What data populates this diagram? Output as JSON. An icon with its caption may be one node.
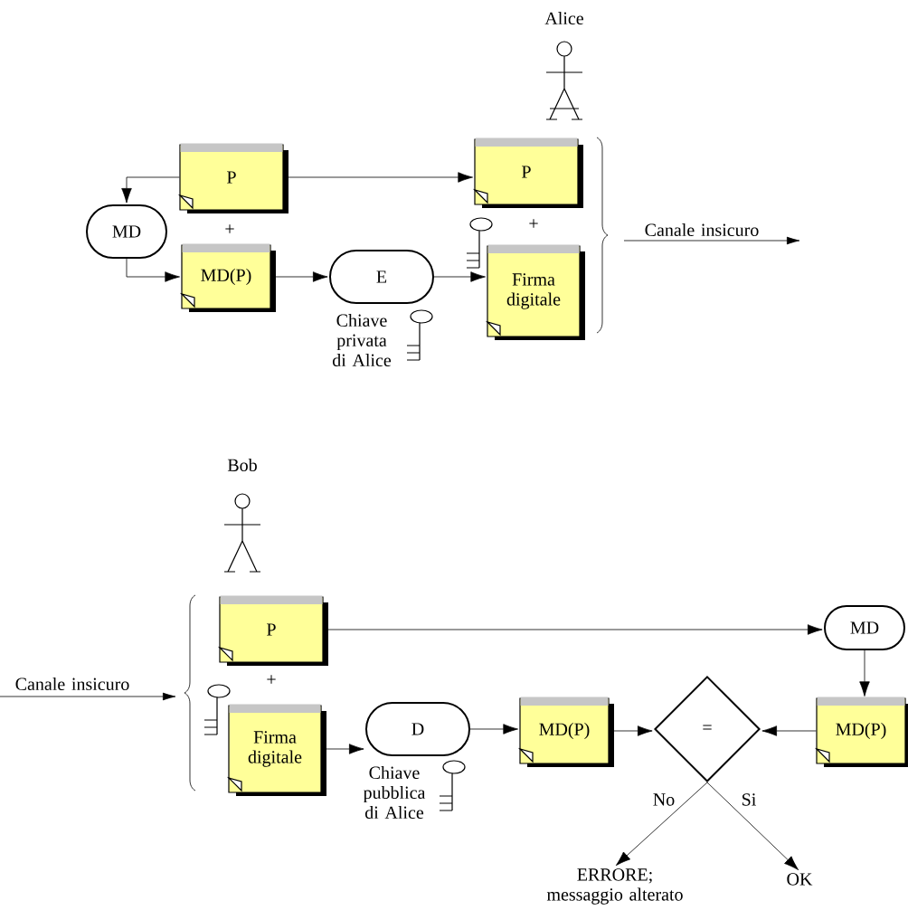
{
  "diagram": {
    "nodes": [
      {
        "text": [
          "P"
        ]
      },
      {
        "text": [
          "MD"
        ]
      },
      {
        "text": [
          "MD(P)"
        ]
      },
      {
        "text": [
          "E"
        ]
      },
      {
        "text": [
          "P"
        ]
      },
      {
        "text": [
          "Firma digitale"
        ]
      },
      {
        "text": [
          "P"
        ]
      },
      {
        "text": [
          "MD"
        ]
      },
      {
        "text": [
          "Firma digitale"
        ]
      },
      {
        "text": [
          "D"
        ]
      },
      {
        "text": [
          "MD(P)"
        ]
      },
      {
        "text": [
          "="
        ]
      },
      {
        "text": [
          "MD(P)"
        ]
      },
      {
        "text": [
          "ERRORE; messaggio alterato"
        ]
      },
      {
        "text": [
          "OK"
        ]
      }
    ],
    "edges": [
      {
        "from": 0,
        "to": 1,
        "arrow": "to"
      },
      {
        "from": 1,
        "to": 2,
        "arrow": "to"
      },
      {
        "from": 0,
        "to": 4,
        "arrow": "to"
      },
      {
        "from": 2,
        "to": 3,
        "arrow": "to"
      },
      {
        "from": 3,
        "to": 5,
        "arrow": "to"
      },
      {
        "from": 6,
        "to": 7,
        "arrow": "to"
      },
      {
        "from": 7,
        "to": 12,
        "arrow": "to"
      },
      {
        "from": 8,
        "to": 9,
        "arrow": "to"
      },
      {
        "from": 9,
        "to": 10,
        "arrow": "to"
      },
      {
        "from": 10,
        "to": 11,
        "arrow": "to"
      },
      {
        "from": 12,
        "to": 11,
        "arrow": "to"
      },
      {
        "from": 11,
        "to": 13,
        "arrow": "to",
        "label": "No"
      },
      {
        "from": 11,
        "to": 14,
        "arrow": "to",
        "label": "Si"
      }
    ],
    "labels": [
      "Alice",
      "+",
      "+",
      "Chiave privata di Alice",
      "Canale insicuro",
      "Bob",
      "Canale insicuro",
      "+",
      "Chiave pubblica di Alice"
    ]
  }
}
